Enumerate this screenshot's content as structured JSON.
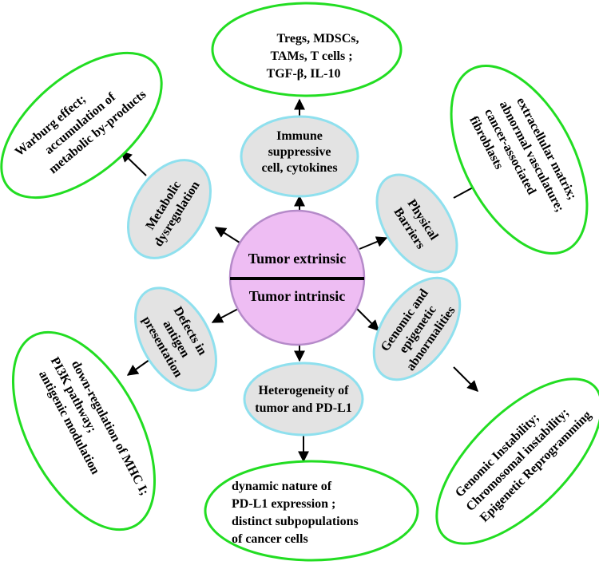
{
  "center": {
    "top": "Tumor  extrinsic",
    "bottom": "Tumor  intrinsic"
  },
  "inner": {
    "immune": [
      "Immune",
      "suppressive",
      "cell, cytokines"
    ],
    "physical": [
      "Physical",
      "Barriers"
    ],
    "genomic": [
      "Genomic and",
      "epigenetic",
      "abnormalities"
    ],
    "heterogeneity": [
      "Heterogeneity of",
      "tumor and PD-L1"
    ],
    "antigen": [
      "Defects in",
      "antigen",
      "presentation"
    ],
    "metabolic": [
      "Metabolic",
      "dysregulation"
    ]
  },
  "outer": {
    "immune": [
      "Tregs, MDSCs,",
      "TAMs, T cells ;",
      "TGF-β, IL-10"
    ],
    "physical": [
      "extracellular matrix;",
      "abnormal vasculature;",
      "cancer-associated",
      "fibroblasts"
    ],
    "genomic": [
      "Genomic Instability;",
      "Chromosomal instability;",
      "Epigenetic Reprogramming"
    ],
    "heterogeneity": [
      "dynamic nature of",
      "PD-L1 expression ;",
      "distinct subpopulations",
      "of cancer cells"
    ],
    "antigen": [
      "down-regulation of MHC I;",
      "PI3K pathway;",
      "antigenic modulation"
    ],
    "metabolic": [
      "Warburg effect;",
      "accumulation of",
      "metabolic by-products"
    ]
  }
}
